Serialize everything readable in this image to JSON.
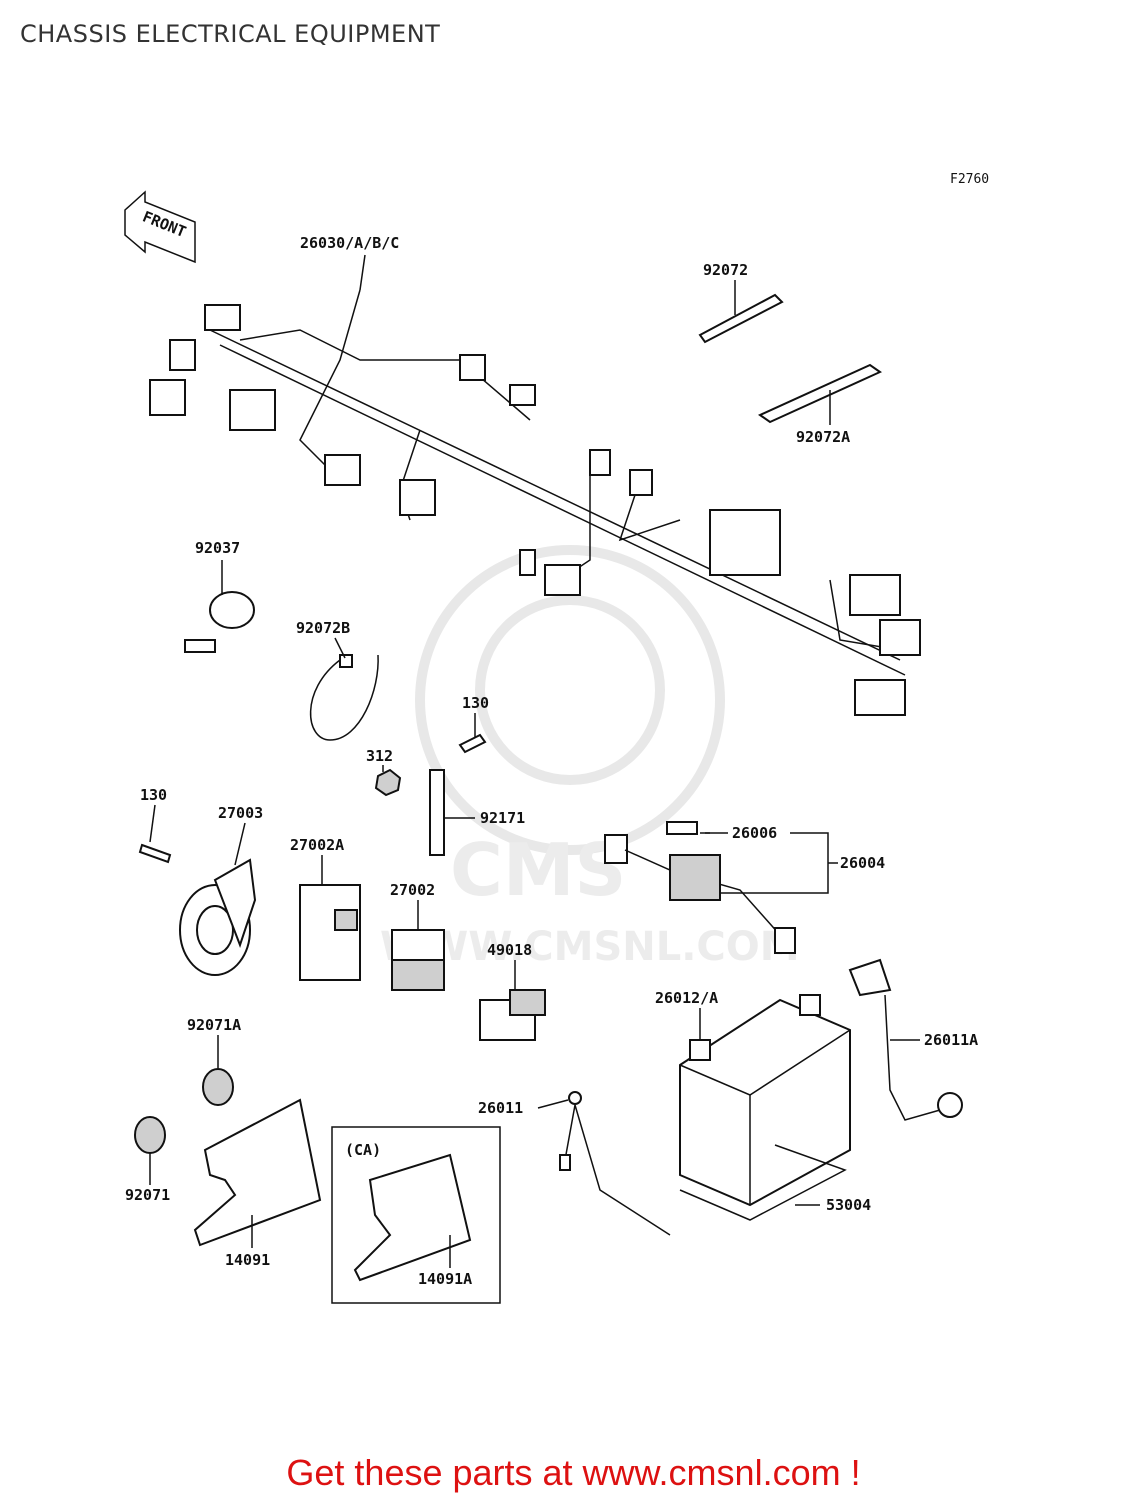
{
  "page": {
    "title": "CHASSIS ELECTRICAL EQUIPMENT",
    "figure_code": "F2760",
    "cta": "Get these parts at www.cmsnl.com !"
  },
  "watermark": {
    "brand": "CMS",
    "url": "WWW.CMSNL.COM"
  },
  "direction_tag": "FRONT",
  "region_tag": "(CA)",
  "labels": {
    "harness": "26030/A/B/C",
    "band_92072": "92072",
    "band_92072A": "92072A",
    "clamp_92037": "92037",
    "band_92072B": "92072B",
    "bolt_130_top": "130",
    "nut_312": "312",
    "bracket_92171": "92171",
    "bolt_130_left": "130",
    "horn_27003": "27003",
    "relay_27002A": "27002A",
    "relay_27002": "27002",
    "fuse_26006": "26006",
    "fuse_holder_26004": "26004",
    "connector_49018": "49018",
    "battery_26012": "26012/A",
    "cable_26011A": "26011A",
    "damper_92071A": "92071A",
    "cable_26011": "26011",
    "damper_92071": "92071",
    "pad_53004": "53004",
    "cover_14091": "14091",
    "cover_14091A": "14091A"
  },
  "colors": {
    "cta": "#dd1111",
    "line": "#111111",
    "watermark": "#e8e8e8"
  }
}
